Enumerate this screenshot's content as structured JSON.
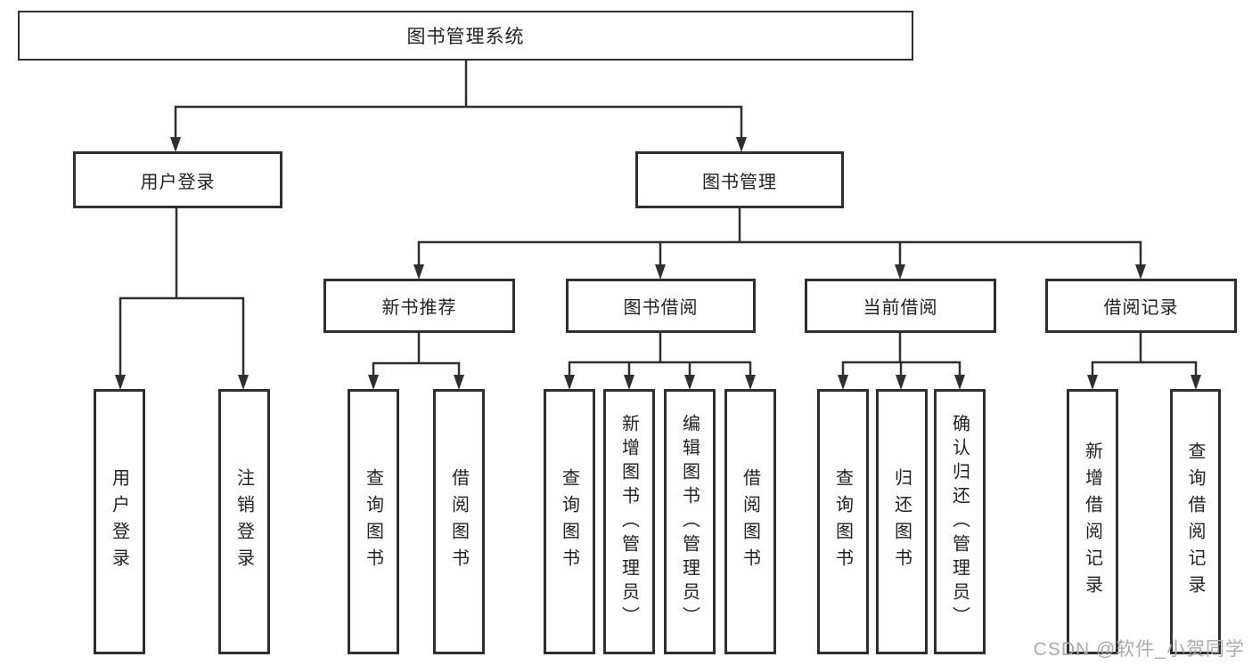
{
  "colors": {
    "line": "#2f2f2f",
    "box_border": "#2f2f2f",
    "text": "#222222",
    "background": "#ffffff",
    "watermark": "#ababab"
  },
  "watermark": {
    "text": "CSDN @软件_小贺同学"
  },
  "diagram": {
    "type": "tree",
    "root": {
      "label": "图书管理系统"
    },
    "user_login": {
      "label": "用户登录",
      "children": [
        {
          "label": "用户登录"
        },
        {
          "label": "注销登录"
        }
      ]
    },
    "book_mgmt": {
      "label": "图书管理",
      "children": [
        {
          "label": "新书推荐",
          "children": [
            {
              "label": "查询图书"
            },
            {
              "label": "借阅图书"
            }
          ]
        },
        {
          "label": "图书借阅",
          "children": [
            {
              "label": "查询图书"
            },
            {
              "label": "新增图书（管理员）"
            },
            {
              "label": "编辑图书（管理员）"
            },
            {
              "label": "借阅图书"
            }
          ]
        },
        {
          "label": "当前借阅",
          "children": [
            {
              "label": "查询图书"
            },
            {
              "label": "归还图书"
            },
            {
              "label": "确认归还（管理员）"
            }
          ]
        },
        {
          "label": "借阅记录",
          "children": [
            {
              "label": "新增借阅记录"
            },
            {
              "label": "查询借阅记录"
            }
          ]
        }
      ]
    }
  }
}
